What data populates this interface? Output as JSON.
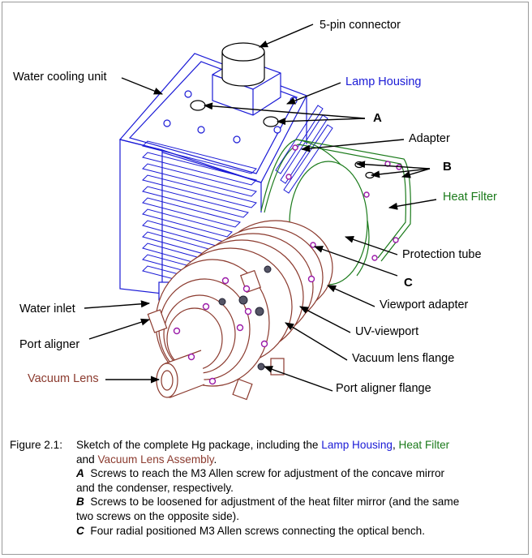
{
  "colors": {
    "lamp_housing": "#1a1ad6",
    "heat_filter": "#1a7a1a",
    "vacuum": "#8b3a2e",
    "screw": "#9a1aa8",
    "text": "#000000"
  },
  "labels": {
    "connector": "5-pin connector",
    "water_cooling": "Water cooling unit",
    "lamp_housing": "Lamp Housing",
    "a": "A",
    "adapter": "Adapter",
    "b": "B",
    "heat_filter": "Heat Filter",
    "protection_tube": "Protection tube",
    "c": "C",
    "viewport_adapter": "Viewport adapter",
    "water_inlet": "Water inlet",
    "uv_viewport": "UV-viewport",
    "port_aligner": "Port aligner",
    "vacuum_lens_flange": "Vacuum lens flange",
    "vacuum_lens": "Vacuum Lens",
    "port_aligner_flange": "Port aligner flange"
  },
  "caption": {
    "figure": "Figure 2.1:",
    "line1_pre": "Sketch of the complete Hg package, including the ",
    "line1_lamp": "Lamp Housing",
    "line1_sep": ", ",
    "line1_heat": "Heat Filter",
    "line2_and": "and ",
    "line2_vacuum": "Vacuum Lens Assembly",
    "line2_end": ".",
    "a_key": "A",
    "a_text": "Screws to reach the M3 Allen screw for adjustment of the concave mirror",
    "a_text2": "and the condenser, respectively.",
    "b_key": "B",
    "b_text": "Screws to be loosened for adjustment of the heat filter mirror (and the same",
    "b_text2": "two screws on the opposite side).",
    "c_key": "C",
    "c_text": "Four radial positioned M3 Allen screws connecting the optical bench."
  }
}
